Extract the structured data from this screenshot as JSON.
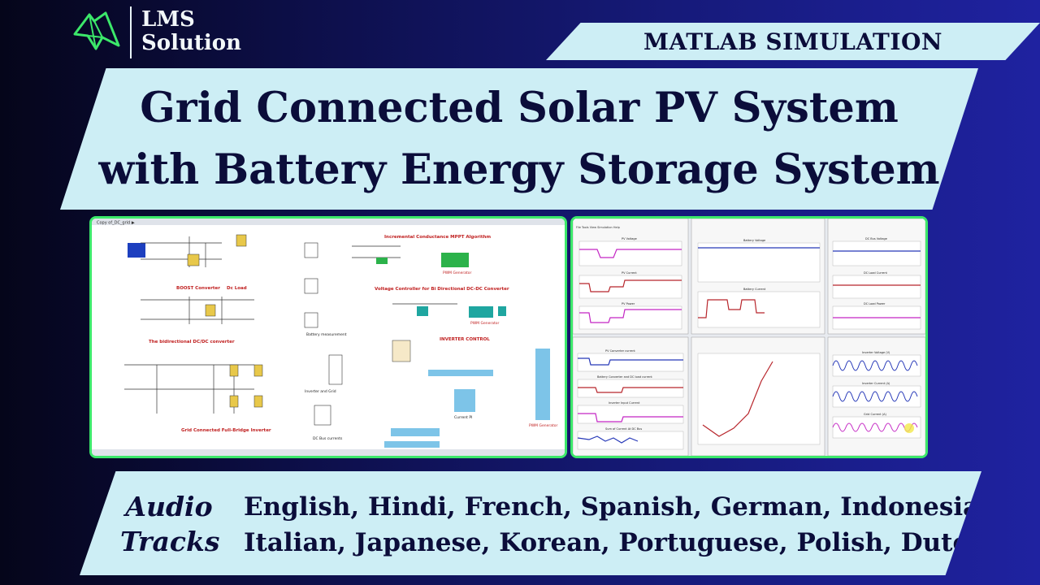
{
  "brand": {
    "line1": "LMS",
    "line2": "Solution"
  },
  "badge": "MATLAB SIMULATION",
  "title": {
    "line1": "Grid Connected Solar PV System",
    "line2": "with Battery Energy Storage System"
  },
  "simulink_model": {
    "window_title": "Copy of_DC_grid ▶",
    "blocks": {
      "boost": "BOOST Converter",
      "dc_load": "Dc Load",
      "bidirectional": "The bidirectional DC/DC converter",
      "inverter": "Grid Connected Full-Bridge Inverter",
      "mppt": "Incremental Conductance MPPT Algorithm",
      "pwm": "PWM Generator",
      "voltage_ctrl": "Voltage Controller for Bi Directional DC-DC Converter",
      "inverter_ctrl": "INVERTER CONTROL",
      "battery_meas": "Battery measurement",
      "inverter_grid": "Inverter and Grid",
      "current_pi": "Current PI",
      "dc_bus": "DC Bus currents"
    }
  },
  "scopes": {
    "pv": [
      "PV Voltage",
      "PV Current",
      "PV Power"
    ],
    "battery": [
      "Battery Voltage",
      "Battery Current"
    ],
    "dc_bus": [
      "DC Bus Voltage",
      "DC Load Current",
      "DC Load Power"
    ],
    "pv_converter": [
      "PV Converter current",
      "Battery Converter and DC load current",
      "Inverter Input Current",
      "Sum of Current At DC Bus"
    ],
    "inverter_grid": [
      "Inverter Voltage (V)",
      "Inverter Current (A)",
      "Grid Current (A)"
    ],
    "menu": "File  Tools  View  Simulation  Help",
    "colors": {
      "blue": "#2638b8",
      "red": "#b8262c",
      "magenta": "#c426c4"
    }
  },
  "audio": {
    "label_line1": "Audio",
    "label_line2": "Tracks",
    "languages_line1": "English, Hindi, French, Spanish, German, Indonesian,",
    "languages_line2": "Italian, Japanese, Korean, Portuguese, Polish, Dutch"
  }
}
